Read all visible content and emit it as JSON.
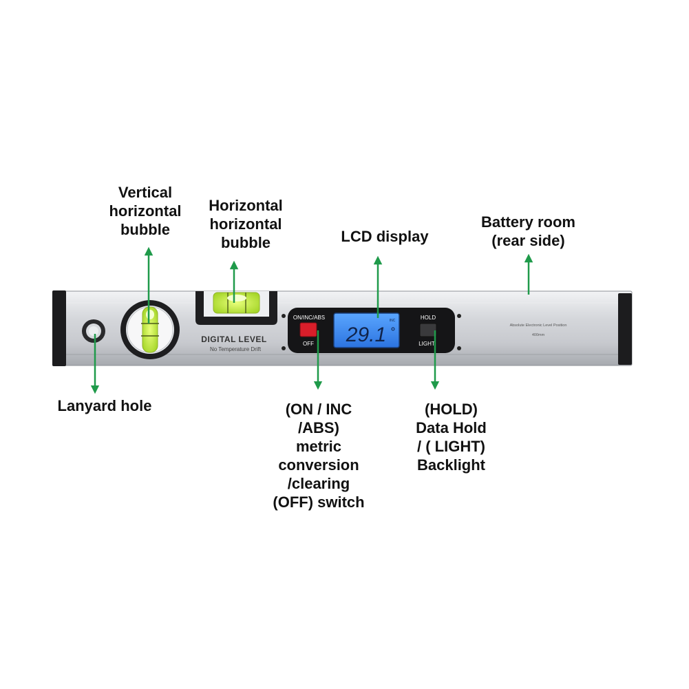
{
  "callouts": {
    "vertical_bubble": [
      "Vertical",
      "horizontal",
      "bubble"
    ],
    "horizontal_bubble": [
      "Horizontal",
      "horizontal",
      "bubble"
    ],
    "lcd_display": [
      "LCD display"
    ],
    "battery_room": [
      "Battery room",
      "(rear side)"
    ],
    "lanyard_hole": [
      "Lanyard hole"
    ],
    "on_inc_abs": [
      "(ON / INC",
      "/ABS)",
      "metric",
      "conversion",
      "/clearing",
      "(OFF) switch"
    ],
    "hold_light": [
      "(HOLD)",
      "Data Hold",
      "/ ( LIGHT)",
      "Backlight"
    ]
  },
  "device": {
    "brand_title": "DIGITAL LEVEL",
    "brand_subtitle": "No Temperature Drift",
    "on_button_top": "ON/INC/ABS",
    "on_button_bottom": "OFF",
    "hold_button_top": "HOLD",
    "hold_button_bottom": "LIGHT",
    "lcd_reading": "29.1",
    "lcd_unit": "deg",
    "lcd_mode": "INC",
    "side_text_line1": "Absolute Electronic Level Position",
    "side_text_line2": "400mm"
  },
  "colors": {
    "arrow": "#1f9a4a",
    "lcd": "#3a8cf0",
    "on_button": "#d91e2a",
    "bubble": "#c8f03c"
  }
}
